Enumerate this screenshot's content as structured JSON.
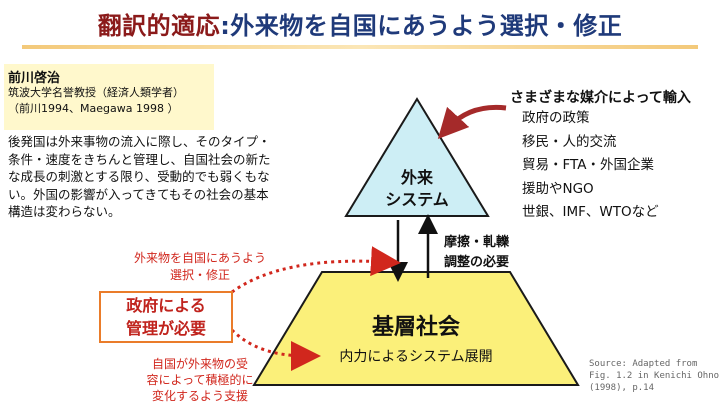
{
  "title": {
    "main": "翻訳的適応",
    "colon": ":",
    "rest": "外来物を自国にあうよう選択・修正"
  },
  "reference": {
    "name": "前川啓治",
    "affiliation": "筑波大学名誉教授（経済人類学者）",
    "citation": "（前川1994、Maegawa 1998 ）"
  },
  "description": "後発国は外来事物の流入に際し、そのタイプ・条件・速度をきちんと管理し、自国社会の新たな成長の刺激とする限り、受動的でも弱くもない。外国の影響が入ってきてもその社会の基本構造は変わらない。",
  "media": {
    "title": "さまざまな媒介によって輸入",
    "items": [
      "政府の政策",
      "移民・人的交流",
      "貿易・FTA・外国企業",
      "援助やNGO",
      "世銀、IMF、WTOなど"
    ]
  },
  "triangle": {
    "line1": "外来",
    "line2": "システム"
  },
  "friction": {
    "line1": "摩擦・軋轢",
    "line2": "調整の必要"
  },
  "base": {
    "title": "基層社会",
    "subtitle": "内力によるシステム展開"
  },
  "government": {
    "line1": "政府による",
    "line2": "管理が必要"
  },
  "annotations": {
    "select_line1": "外来物を自国にあうよう",
    "select_line2": "選択・修正",
    "support_line1": "自国が外来物の受",
    "support_line2": "容によって積極的に",
    "support_line3": "変化するよう支援"
  },
  "source": {
    "line1": "Source: Adapted from",
    "line2": "Fig. 1.2 in Kenichi Ohno",
    "line3": "(1998), p.14"
  },
  "colors": {
    "title_red": "#8b1a1a",
    "title_blue": "#1f3a7a",
    "triangle_fill": "#cdeef5",
    "base_fill": "#fbf07a",
    "accent_red": "#c0231d",
    "arrow_red": "#a52a2a",
    "gov_border": "#ea7c2a",
    "note_bg": "#fff8cc"
  }
}
